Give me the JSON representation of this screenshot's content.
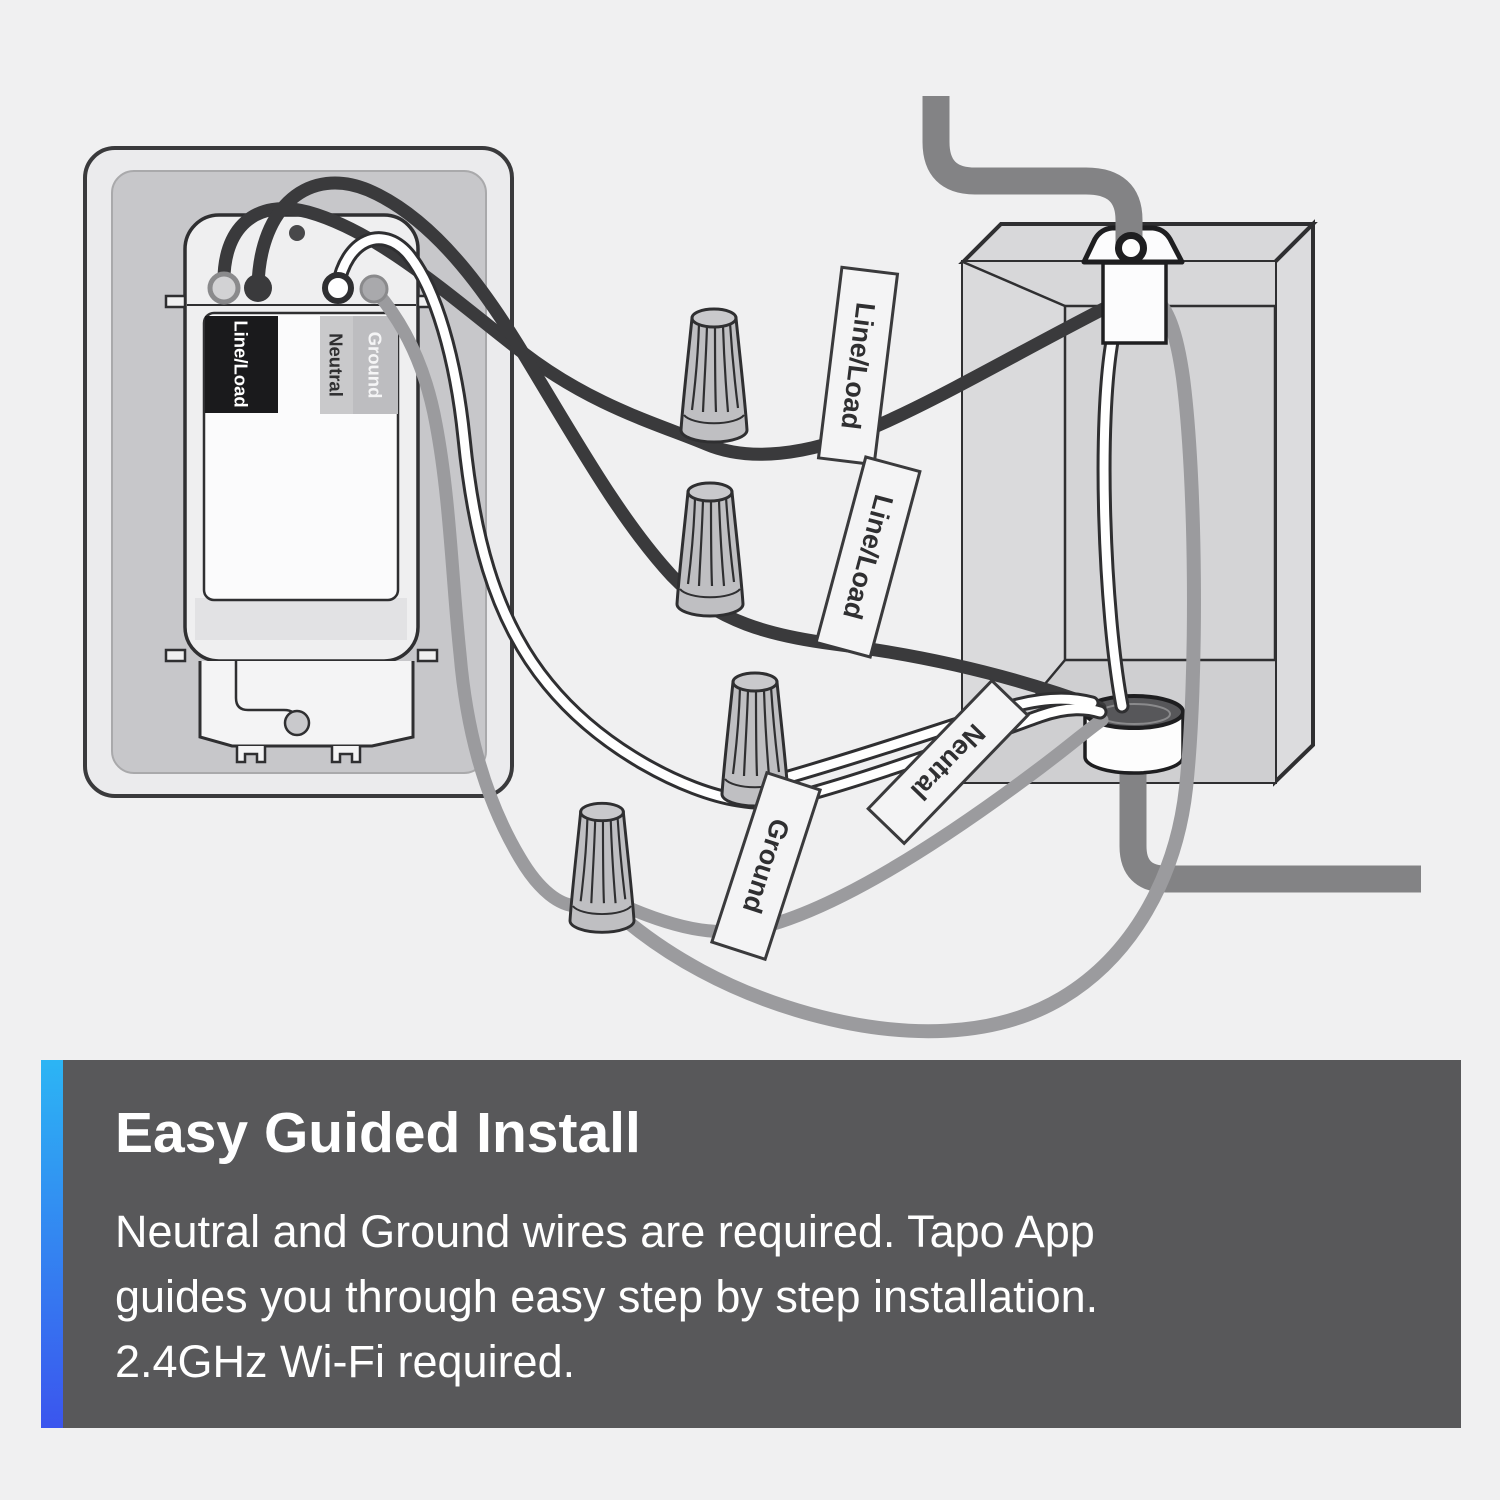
{
  "diagram": {
    "device_terminal_labels": {
      "line_load": "Line/Load",
      "neutral": "Neutral",
      "ground": "Ground"
    },
    "wire_labels": {
      "line_load_top": "Line/Load",
      "line_load_middle": "Line/Load",
      "neutral": "Neutral",
      "ground": "Ground"
    }
  },
  "panel": {
    "title": "Easy Guided Install",
    "body_lines": [
      "Neutral and Ground wires are required. Tapo App",
      "guides you through easy step by step installation.",
      "2.4GHz Wi-Fi required."
    ],
    "colors": {
      "accent_top": "#2CB5F4",
      "accent_bottom": "#3B55EE",
      "panel_bg": "#58585A",
      "background": "#F0F0F1"
    }
  }
}
